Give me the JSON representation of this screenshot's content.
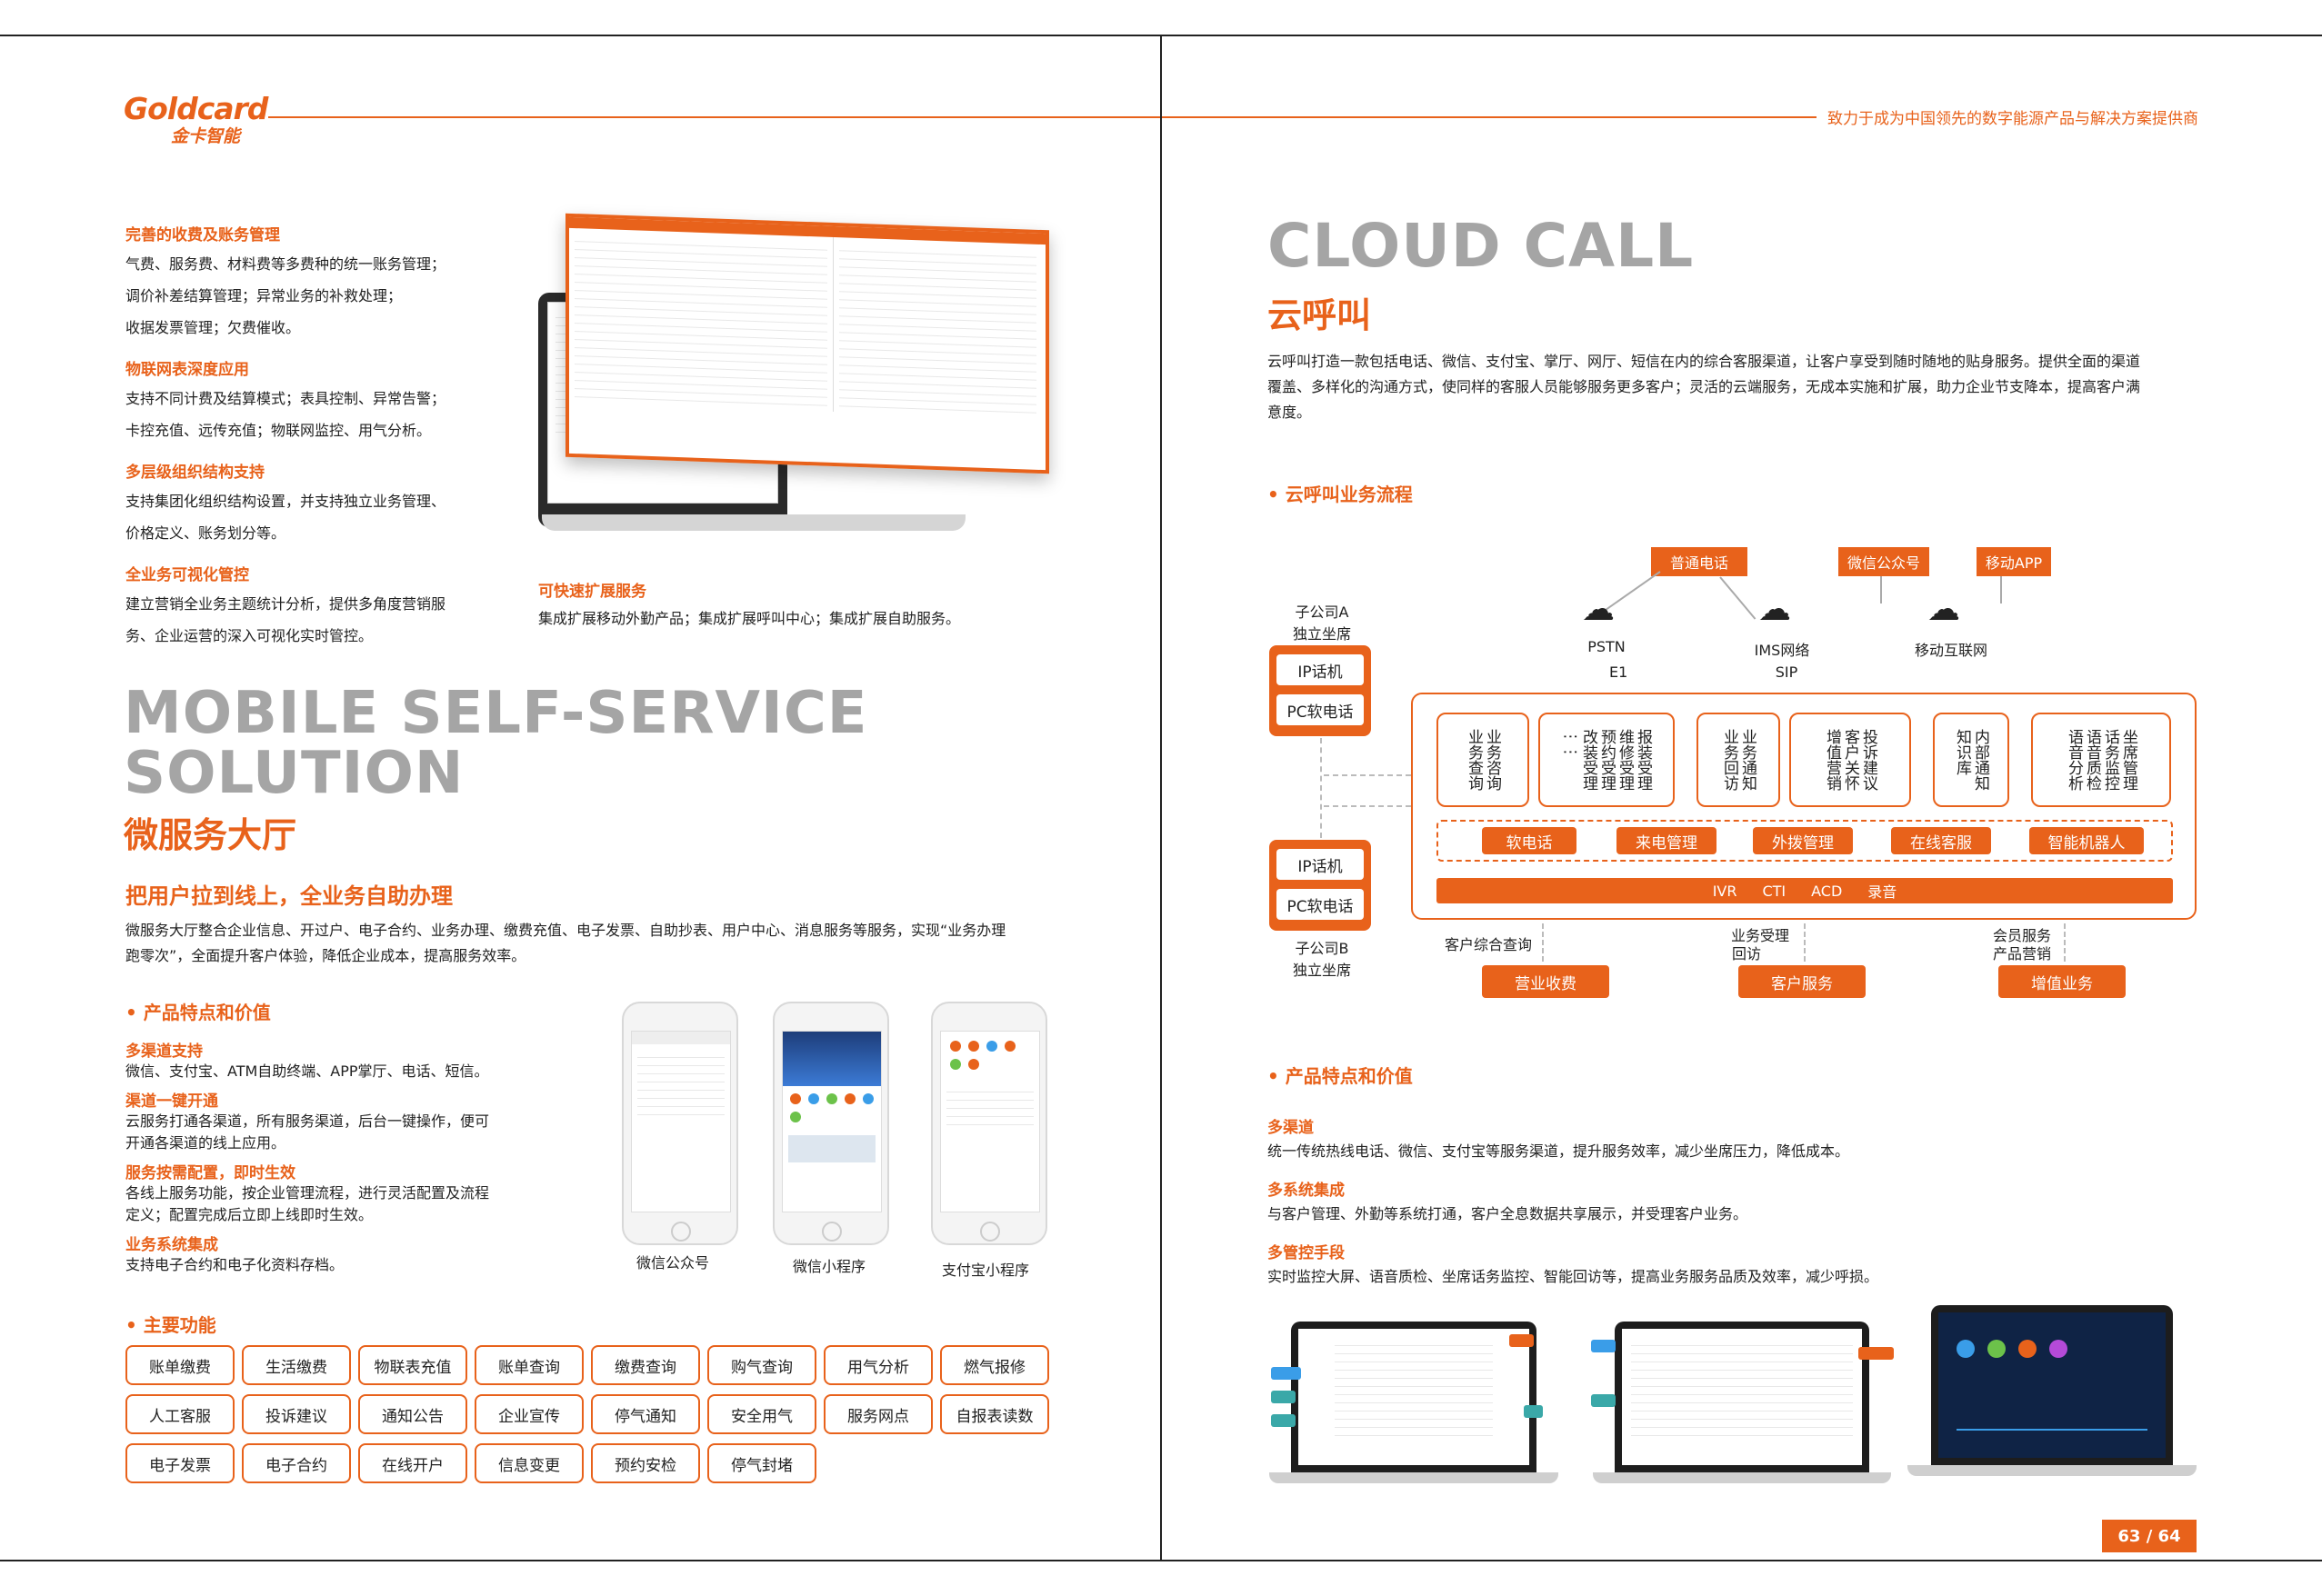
{
  "header": {
    "logo_en": "Goldcard",
    "logo_cn": "金卡智能",
    "slogan": "致力于成为中国领先的数字能源产品与解决方案提供商"
  },
  "left": {
    "features": [
      {
        "title": "完善的收费及账务管理",
        "lines": [
          "气费、服务费、材料费等多费种的统一账务管理；",
          "调价补差结算管理；异常业务的补救处理；",
          "收据发票管理；欠费催收。"
        ]
      },
      {
        "title": "物联网表深度应用",
        "lines": [
          "支持不同计费及结算模式；表具控制、异常告警；",
          "卡控充值、远传充值；物联网监控、用气分析。"
        ]
      },
      {
        "title": "多层级组织结构支持",
        "lines": [
          "支持集团化组织结构设置，并支持独立业务管理、",
          "价格定义、账务划分等。"
        ]
      },
      {
        "title": "全业务可视化管控",
        "lines": [
          "建立营销全业务主题统计分析，提供多角度营销服",
          "务、企业运营的深入可视化实时管控。"
        ]
      }
    ],
    "expand": {
      "title": "可快速扩展服务",
      "text": "集成扩展移动外勤产品；集成扩展呼叫中心；集成扩展自助服务。"
    },
    "big_en_line1": "MOBILE SELF-SERVICE",
    "big_en_line2": "SOLUTION",
    "big_cn": "微服务大厅",
    "sub_head": "把用户拉到线上，全业务自助办理",
    "intro_line1": "微服务大厅整合企业信息、开过户、电子合约、业务办理、缴费充值、电子发票、自助抄表、用户中心、消息服务等服务，实现“业务办理",
    "intro_line2": "跑零次”，全面提升客户体验，降低企业成本，提高服务效率。",
    "section_value": "产品特点和价值",
    "values": [
      {
        "title": "多渠道支持",
        "lines": [
          "微信、支付宝、ATM自助终端、APP掌厅、电话、短信。"
        ]
      },
      {
        "title": "渠道一键开通",
        "lines": [
          "云服务打通各渠道，所有服务渠道，后台一键操作，便可",
          "开通各渠道的线上应用。"
        ]
      },
      {
        "title": "服务按需配置，即时生效",
        "lines": [
          "各线上服务功能，按企业管理流程，进行灵活配置及流程",
          "定义；配置完成后立即上线即时生效。"
        ]
      },
      {
        "title": "业务系统集成",
        "lines": [
          "支持电子合约和电子化资料存档。"
        ]
      }
    ],
    "phones": [
      "微信公众号",
      "微信小程序",
      "支付宝小程序"
    ],
    "section_func": "主要功能",
    "functions": [
      [
        "账单缴费",
        "生活缴费",
        "物联表充值",
        "账单查询",
        "缴费查询",
        "购气查询",
        "用气分析",
        "燃气报修"
      ],
      [
        "人工客服",
        "投诉建议",
        "通知公告",
        "企业宣传",
        "停气通知",
        "安全用气",
        "服务网点",
        "自报表读数"
      ],
      [
        "电子发票",
        "电子合约",
        "在线开户",
        "信息变更",
        "预约安检",
        "停气封堵"
      ]
    ]
  },
  "right": {
    "big_en": "CLOUD CALL",
    "big_cn": "云呼叫",
    "intro_lines": [
      "云呼叫打造一款包括电话、微信、支付宝、掌厅、网厅、短信在内的综合客服渠道，让客户享受到随时随地的贴身服务。提供全面的渠道",
      "覆盖、多样化的沟通方式，使同样的客服人员能够服务更多客户；灵活的云端服务，无成本实施和扩展，助力企业节支降本，提高客户满",
      "意度。"
    ],
    "section_flow": "云呼叫业务流程",
    "flow": {
      "top_tags": [
        "普通电话",
        "微信公众号",
        "移动APP"
      ],
      "clouds": [
        {
          "label1": "PSTN",
          "label2": "E1"
        },
        {
          "label1": "IMS网络",
          "label2": "SIP"
        },
        {
          "label1": "移动互联网",
          "label2": ""
        }
      ],
      "sub_a": {
        "line1": "子公司A",
        "line2": "独立坐席"
      },
      "sub_b": {
        "line1": "子公司B",
        "line2": "独立坐席"
      },
      "client_btns": [
        "IP话机",
        "PC软电话"
      ],
      "stacks": [
        [
          "业务咨询",
          "业务查询"
        ],
        [
          "报装受理",
          "维修受理",
          "预约受理",
          "改装受理",
          "⋮⋮"
        ],
        [
          "业务通知",
          "业务回访"
        ],
        [
          "投诉建议",
          "客户关怀",
          "增值营销"
        ],
        [
          "内部通知",
          "知识库"
        ],
        [
          "坐席管理",
          "话务监控",
          "语音质检",
          "语音分析"
        ]
      ],
      "service_btns": [
        "软电话",
        "来电管理",
        "外拨管理",
        "在线客服",
        "智能机器人"
      ],
      "bar_items": [
        "IVR",
        "CTI",
        "ACD",
        "录音"
      ],
      "bottom_labels": [
        {
          "line1": "客户综合查询",
          "line2": ""
        },
        {
          "line1": "业务受理",
          "line2": "回访"
        },
        {
          "line1": "会员服务",
          "line2": "产品营销"
        }
      ],
      "bottom_btns": [
        "营业收费",
        "客户服务",
        "增值业务"
      ]
    },
    "section_value": "产品特点和价值",
    "values": [
      {
        "title": "多渠道",
        "text": "统一传统热线电话、微信、支付宝等服务渠道，提升服务效率，减少坐席压力，降低成本。"
      },
      {
        "title": "多系统集成",
        "text": "与客户管理、外勤等系统打通，客户全息数据共享展示，并受理客户业务。"
      },
      {
        "title": "多管控手段",
        "text": "实时监控大屏、语音质检、坐席话务监控、智能回访等，提高业务服务品质及效率，减少呼损。"
      }
    ],
    "page_num": "63 / 64"
  },
  "colors": {
    "accent": "#e8621b",
    "gray_title": "#a5a5a5"
  }
}
